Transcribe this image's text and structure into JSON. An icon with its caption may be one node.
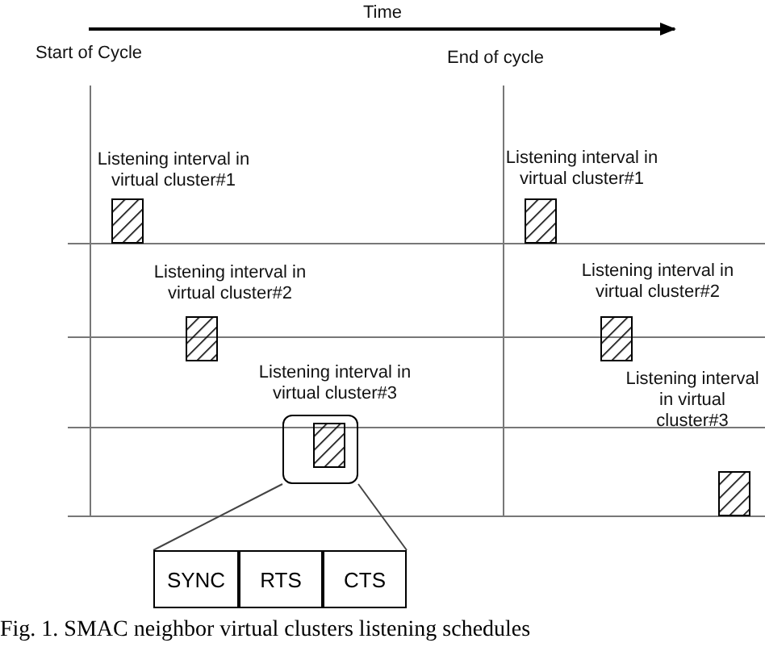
{
  "diagram": {
    "caption": "Fig. 1. SMAC neighbor virtual clusters listening schedules",
    "nodes": [
      {
        "text": [],
        "shape": "box"
      },
      {
        "text": [
          "SYNC"
        ]
      },
      {
        "text": [
          "RTS"
        ]
      },
      {
        "text": [
          "CTS"
        ]
      }
    ],
    "edges": [
      {
        "from": 0,
        "to": 1,
        "arrow": "none"
      },
      {
        "from": 0,
        "to": 3,
        "arrow": "none"
      }
    ],
    "labels": [
      "Time",
      "Start of Cycle",
      "End of cycle",
      "Listening interval in virtual cluster#1",
      "Listening interval in virtual cluster#1",
      "Listening interval in virtual cluster#2",
      "Listening interval in virtual cluster#2",
      "Listening interval in virtual cluster#3",
      "Listening interval in virtual cluster#3"
    ]
  }
}
